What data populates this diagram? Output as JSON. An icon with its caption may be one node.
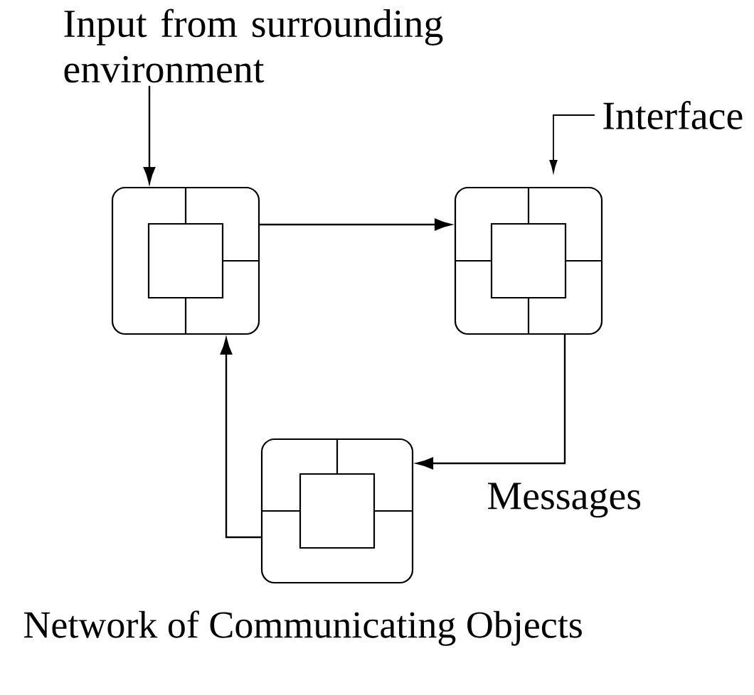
{
  "diagram": {
    "caption": "Network of Communicating Objects",
    "nodes": [
      {
        "text": [
          "Input from surrounding environment"
        ]
      },
      {
        "text": [],
        "shape": "box"
      },
      {
        "text": [
          "Interface"
        ]
      },
      {
        "text": [],
        "shape": "box"
      },
      {
        "text": [],
        "shape": "box"
      }
    ],
    "edges": [
      {
        "from": 0,
        "to": 1,
        "arrow": "to"
      },
      {
        "from": 2,
        "to": 3,
        "arrow": "to"
      },
      {
        "from": 1,
        "to": 3,
        "arrow": "to"
      },
      {
        "from": 3,
        "to": 4,
        "arrow": "to",
        "label": "Messages"
      },
      {
        "from": 4,
        "to": 1,
        "arrow": "to"
      }
    ]
  }
}
